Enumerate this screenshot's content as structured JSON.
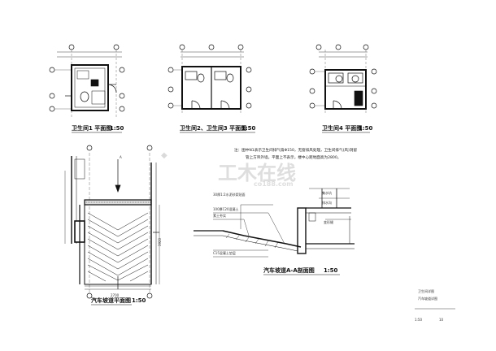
{
  "drawing_titles": {
    "toilet_plan_1": "卫生间1 平面图",
    "toilet_plan_1_scale": "1:50",
    "toilet_plan_23": "卫生间2、卫生间3 平面图",
    "toilet_plan_23_scale": "1:50",
    "toilet_plan_4": "卫生间4 平面图",
    "toilet_plan_4_scale": "1:50",
    "ramp_plan": "汽车坡道平面图",
    "ramp_plan_scale": "1:50",
    "ramp_section": "汽车坡道A-A剖面图",
    "ramp_section_scale": "1:50"
  },
  "notes": {
    "general_line1": "注：图中N1表示卫生间排气扇Φ150，无窗排风处理，卫生间排气(风)洞留",
    "general_line2": "管上方吊外墙。平面上不表示，楼中心距地面高为2800。"
  },
  "section_labels": {
    "label_1": "30厚1:2水泥砂浆贴面",
    "label_2": "100厚C20混凝土",
    "label_3": "集水坑",
    "label_4": "排水沟",
    "label_5": "素土夯实",
    "label_6": "C15混凝土垫层",
    "label_7": "变形缝"
  },
  "ramp_labels": {
    "section_mark": "A",
    "dim_top": "2700",
    "dim_side": "3920"
  },
  "title_block": {
    "project": "卫生间详图",
    "sheet_name": "汽车坡道详图",
    "scale": "1:50",
    "sheet_no": "10"
  },
  "watermark": {
    "text": "工木在线",
    "url": "co188.com"
  }
}
